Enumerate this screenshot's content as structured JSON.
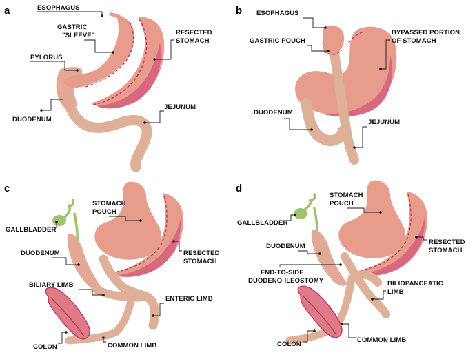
{
  "panels": {
    "a": {
      "letter": "a",
      "esophagus": "ESOPHAGUS",
      "sleeve_line1": "GASTRIC",
      "sleeve_line2": "\"SLEEVE\"",
      "resected_line1": "RESECTED",
      "resected_line2": "STOMACH",
      "pylorus": "PYLORUS",
      "duodenum": "DUODENUM",
      "jejunum": "JEJUNUM"
    },
    "b": {
      "letter": "b",
      "esophagus": "ESOPHAGUS",
      "gastric_pouch": "GASTRIC POUCH",
      "bypassed_line1": "BYPASSED PORTION",
      "bypassed_line2": "OF STOMACH",
      "duodenum": "DUODENUM",
      "jejunum": "JEJUNUM"
    },
    "c": {
      "letter": "c",
      "stomach_pouch_line1": "STOMACH",
      "stomach_pouch_line2": "POUCH",
      "gallbladder": "GALLBLADDER",
      "duodenum": "DUODENUM",
      "resected_line1": "RESECTED",
      "resected_line2": "STOMACH",
      "biliary_limb": "BILIARY LIMB",
      "enteric_limb": "ENTERIC LIMB",
      "colon": "COLON",
      "common_limb": "COMMON LIMB"
    },
    "d": {
      "letter": "d",
      "stomach_pouch_line1": "STOMACH",
      "stomach_pouch_line2": "POUCH",
      "gallbladder": "GALLBLADDER",
      "duodenum": "DUODENUM",
      "resected_line1": "RESECTED",
      "resected_line2": "STOMACH",
      "anastomosis_line1": "END-TO-SIDE",
      "anastomosis_line2": "DUODENO-ILEOSTOMY",
      "biliopancreatic_line1": "BILIOPANCEATIC",
      "biliopancreatic_line2": "LIMB",
      "colon": "COLON",
      "common_limb": "COMMON LIMB"
    }
  },
  "colors": {
    "stomach": "#e79c8c",
    "greater_curvature": "#d9677f",
    "intestine": "#dfb098",
    "gallbladder": "#9ec36f",
    "colon": "#e07a88"
  }
}
